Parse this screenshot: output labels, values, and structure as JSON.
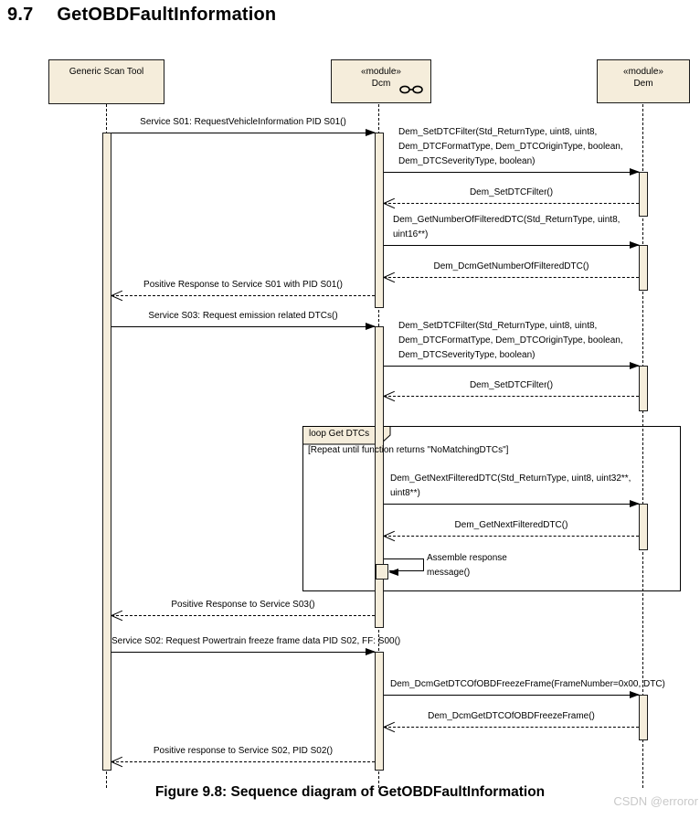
{
  "title": {
    "number": "9.7",
    "text": "GetOBDFaultInformation"
  },
  "caption": "Figure 9.8: Sequence diagram of GetOBDFaultInformation",
  "watermark": "CSDN @erroror",
  "colors": {
    "box_fill": "#F5EDDB",
    "line": "#000000",
    "watermark": "#C9C9C9"
  },
  "lifelines": [
    {
      "stereotype": "",
      "name": "Generic Scan Tool"
    },
    {
      "stereotype": "«module»",
      "name": "Dcm",
      "icon": "module-glasses-icon"
    },
    {
      "stereotype": "«module»",
      "name": "Dem"
    }
  ],
  "fragment": {
    "operator": "loop Get DTCs",
    "guard": "[Repeat until function returns \"NoMatchingDTCs\"]"
  },
  "messages": [
    {
      "label": "Service S01: RequestVehicleInformation PID S01()",
      "type": "sync",
      "from": "Generic Scan Tool",
      "to": "Dcm"
    },
    {
      "label": "Dem_SetDTCFilter(Std_ReturnType, uint8, uint8, Dem_DTCFormatType, Dem_DTCOriginType, boolean, Dem_DTCSeverityType, boolean)",
      "type": "sync",
      "from": "Dcm",
      "to": "Dem"
    },
    {
      "label": "Dem_SetDTCFilter()",
      "type": "return",
      "from": "Dem",
      "to": "Dcm"
    },
    {
      "label": "Dem_GetNumberOfFilteredDTC(Std_ReturnType, uint8, uint16**)",
      "type": "sync",
      "from": "Dcm",
      "to": "Dem"
    },
    {
      "label": "Dem_DcmGetNumberOfFilteredDTC()",
      "type": "return",
      "from": "Dem",
      "to": "Dcm"
    },
    {
      "label": "Positive Response to Service S01 with PID S01()",
      "type": "return",
      "from": "Dcm",
      "to": "Generic Scan Tool"
    },
    {
      "label": "Service S03: Request emission related DTCs()",
      "type": "sync",
      "from": "Generic Scan Tool",
      "to": "Dcm"
    },
    {
      "label": "Dem_SetDTCFilter(Std_ReturnType, uint8, uint8, Dem_DTCFormatType, Dem_DTCOriginType, boolean, Dem_DTCSeverityType, boolean)",
      "type": "sync",
      "from": "Dcm",
      "to": "Dem"
    },
    {
      "label": "Dem_SetDTCFilter()",
      "type": "return",
      "from": "Dem",
      "to": "Dcm"
    },
    {
      "label": "Dem_GetNextFilteredDTC(Std_ReturnType, uint8, uint32**, uint8**)",
      "type": "sync",
      "from": "Dcm",
      "to": "Dem"
    },
    {
      "label": "Dem_GetNextFilteredDTC()",
      "type": "return",
      "from": "Dem",
      "to": "Dcm"
    },
    {
      "label": "Assemble response message()",
      "type": "self",
      "from": "Dcm",
      "to": "Dcm"
    },
    {
      "label": "Positive Response to Service S03()",
      "type": "return",
      "from": "Dcm",
      "to": "Generic Scan Tool"
    },
    {
      "label": "Service S02: Request Powertrain freeze frame data PID S02, FF: S00()",
      "type": "sync",
      "from": "Generic Scan Tool",
      "to": "Dcm"
    },
    {
      "label": "Dem_DcmGetDTCOfOBDFreezeFrame(FrameNumber=0x00, DTC)",
      "type": "sync",
      "from": "Dcm",
      "to": "Dem"
    },
    {
      "label": "Dem_DcmGetDTCOfOBDFreezeFrame()",
      "type": "return",
      "from": "Dem",
      "to": "Dcm"
    },
    {
      "label": "Positive response to Service S02, PID S02()",
      "type": "return",
      "from": "Dcm",
      "to": "Generic Scan Tool"
    }
  ]
}
